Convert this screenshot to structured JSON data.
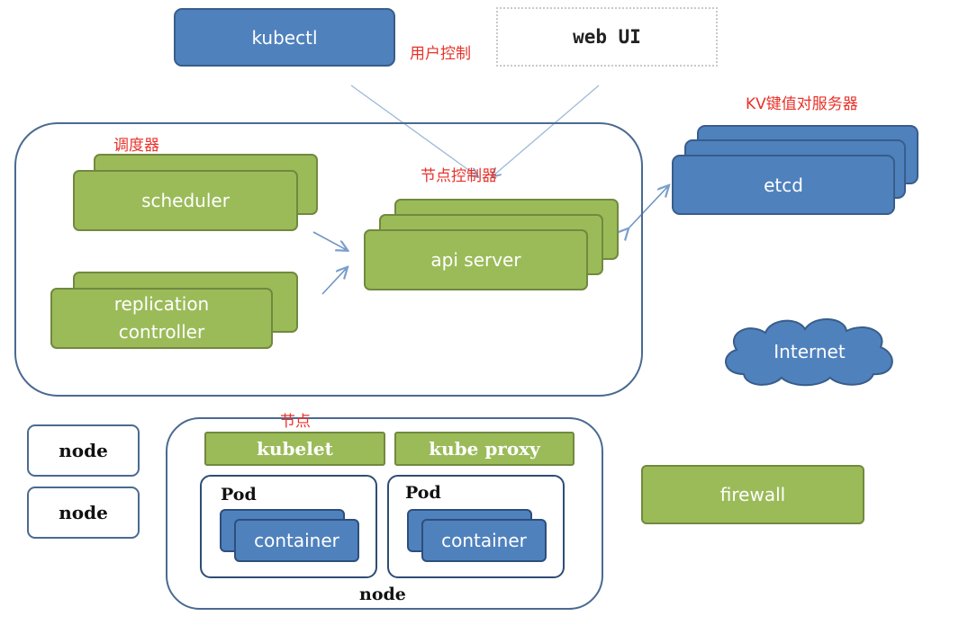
{
  "top": {
    "kubectl": "kubectl",
    "web_ui": "web UI",
    "user_control": "用户控制"
  },
  "master": {
    "scheduler_caption": "调度器",
    "scheduler": "scheduler",
    "replication": "replication",
    "controller": "controller",
    "api_caption": "节点控制器",
    "api_server": "api server"
  },
  "etcd": {
    "caption": "KV键值对服务器",
    "label": "etcd"
  },
  "internet": "Internet",
  "firewall": "firewall",
  "nodes": {
    "node_a": "node",
    "node_b": "node",
    "caption": "节点",
    "kubelet": "kubelet",
    "kube_proxy": "kube proxy",
    "pod_1": "Pod",
    "pod_2": "Pod",
    "container_1": "container",
    "container_2": "container",
    "footer": "node"
  },
  "colors": {
    "blue": "#4f81bd",
    "green": "#9bbb59",
    "red_caption": "#e8322a",
    "outline": "#4a6a90"
  }
}
